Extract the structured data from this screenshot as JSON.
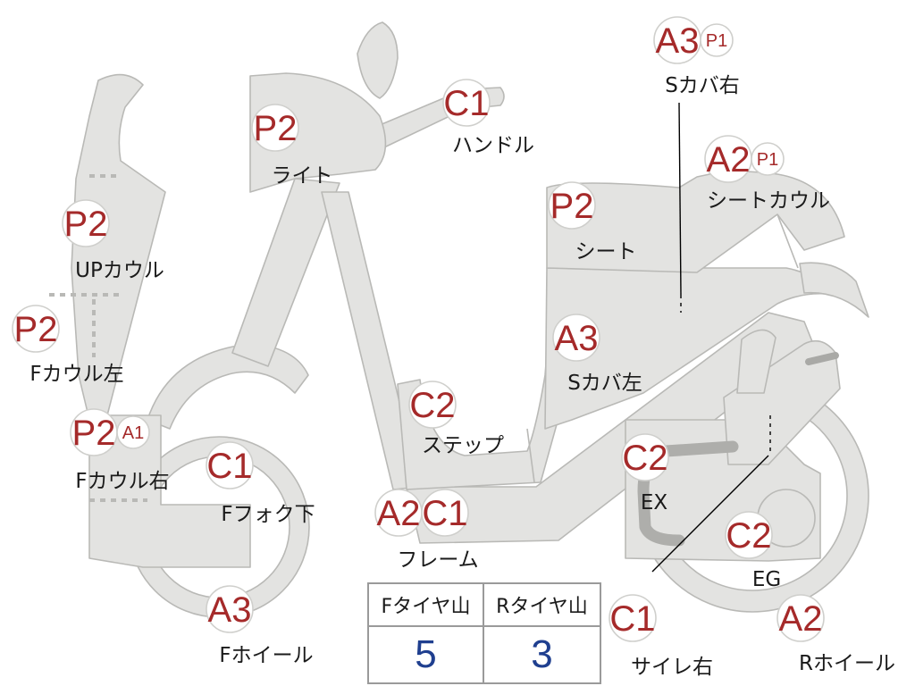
{
  "parts": [
    {
      "id": "light",
      "label": "ライト",
      "badges": [
        "P2"
      ]
    },
    {
      "id": "handle",
      "label": "ハンドル",
      "badges": [
        "C1"
      ]
    },
    {
      "id": "s-cover-right",
      "label": "Sカバ右",
      "badges": [
        "A3",
        "P1"
      ]
    },
    {
      "id": "seat-cowl",
      "label": "シートカウル",
      "badges": [
        "A2",
        "P1"
      ]
    },
    {
      "id": "seat",
      "label": "シート",
      "badges": [
        "P2"
      ]
    },
    {
      "id": "up-cowl",
      "label": "UPカウル",
      "badges": [
        "P2"
      ]
    },
    {
      "id": "f-cowl-left",
      "label": "Fカウル左",
      "badges": [
        "P2"
      ]
    },
    {
      "id": "s-cover-left",
      "label": "Sカバ左",
      "badges": [
        "A3"
      ]
    },
    {
      "id": "step",
      "label": "ステップ",
      "badges": [
        "C2"
      ]
    },
    {
      "id": "f-cowl-right",
      "label": "Fカウル右",
      "badges": [
        "P2",
        "A1"
      ]
    },
    {
      "id": "f-fork-lower",
      "label": "Fフォク下",
      "badges": [
        "C1"
      ]
    },
    {
      "id": "frame",
      "label": "フレーム",
      "badges": [
        "A2",
        "C1"
      ]
    },
    {
      "id": "ex",
      "label": "EX",
      "badges": [
        "C2"
      ]
    },
    {
      "id": "eg",
      "label": "EG",
      "badges": [
        "C2"
      ]
    },
    {
      "id": "f-wheel",
      "label": "Fホイール",
      "badges": [
        "A3"
      ]
    },
    {
      "id": "silencer-right",
      "label": "サイレ右",
      "badges": [
        "C1"
      ]
    },
    {
      "id": "r-wheel",
      "label": "Rホイール",
      "badges": [
        "A2"
      ]
    }
  ],
  "tread": {
    "front_label": "Fタイヤ山",
    "rear_label": "Rタイヤ山",
    "front_value": "5",
    "rear_value": "3"
  },
  "colors": {
    "badge_text": "#a52a2a",
    "tread_value": "#1f3f8f",
    "part_fill": "#e3e3e1",
    "part_outline": "#b9b9b6"
  }
}
